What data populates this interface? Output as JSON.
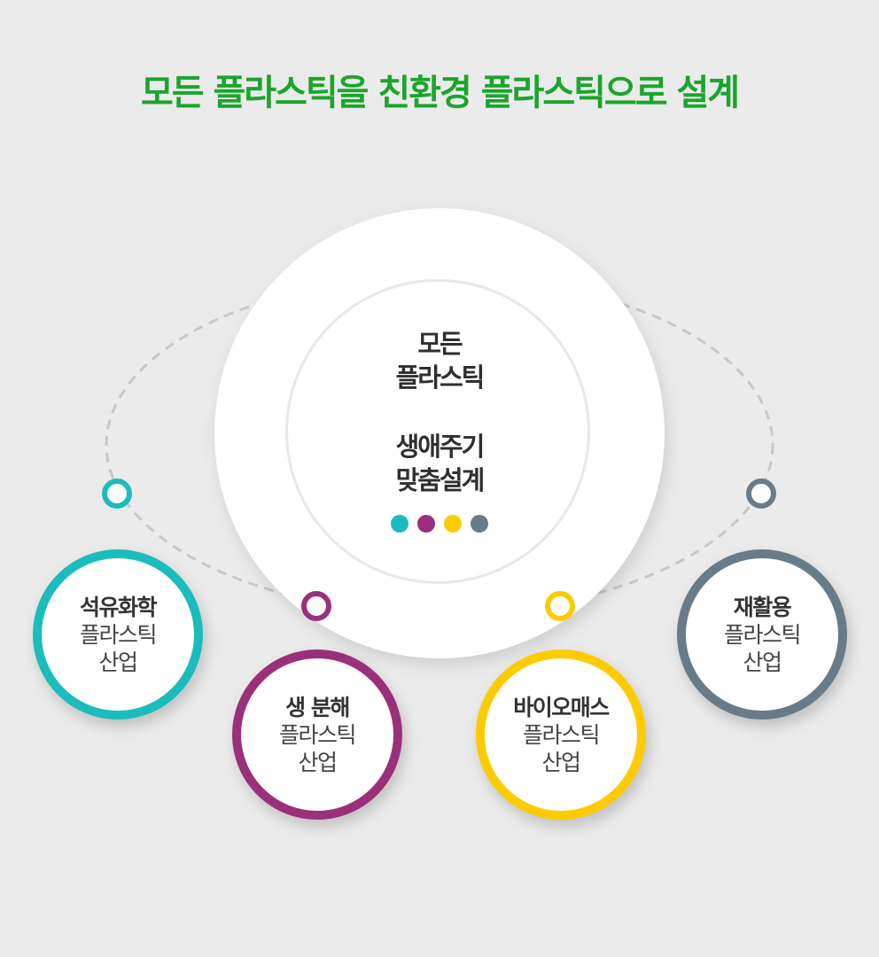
{
  "title": "모든 플라스틱을 친환경 플라스틱으로 설계",
  "center": {
    "line1": "모든",
    "line2": "플라스틱",
    "line3": "생애주기",
    "line4": "맞춤설계"
  },
  "colors": {
    "title": "#1aa52b",
    "teal": "#1bbcbc",
    "purple": "#9a3079",
    "yellow": "#fccc00",
    "gray": "#6a7b88"
  },
  "nodes": [
    {
      "id": "petrochemical",
      "title": "석유화학",
      "line2": "플라스틱",
      "line3": "산업",
      "color": "#1bbcbc"
    },
    {
      "id": "biodegradable",
      "title": "생 분해",
      "line2": "플라스틱",
      "line3": "산업",
      "color": "#9a3079"
    },
    {
      "id": "biomass",
      "title": "바이오매스",
      "line2": "플라스틱",
      "line3": "산업",
      "color": "#fccc00"
    },
    {
      "id": "recycling",
      "title": "재활용",
      "line2": "플라스틱",
      "line3": "산업",
      "color": "#6a7b88"
    }
  ]
}
